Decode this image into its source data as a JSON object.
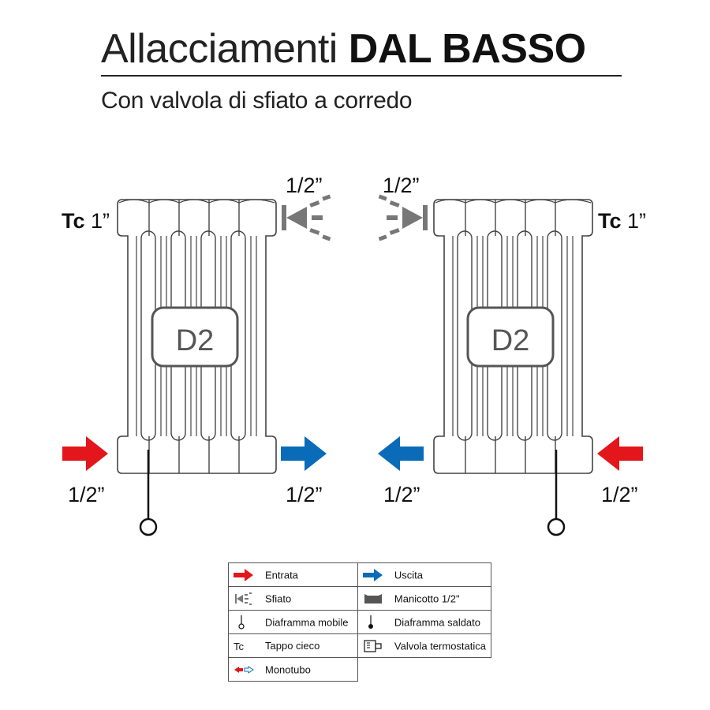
{
  "header": {
    "title_light": "Allacciamenti",
    "title_bold": "DAL BASSO",
    "subtitle": "Con valvola di sfiato a corredo"
  },
  "left_diagram": {
    "top_label": "1/2”",
    "tc_prefix": "Tc",
    "tc_size": "1”",
    "model": "D2",
    "inlet_label": "1/2”",
    "outlet_label": "1/2”"
  },
  "right_diagram": {
    "top_label": "1/2”",
    "tc_prefix": "Tc",
    "tc_size": "1”",
    "model": "D2",
    "outlet_label": "1/2”",
    "inlet_label": "1/2”"
  },
  "legend": {
    "entrata": "Entrata",
    "uscita": "Uscita",
    "sfiato": "Sfiato",
    "manicotto": "Manicotto 1/2\"",
    "diaframma_mobile": "Diaframma mobile",
    "diaframma_saldato": "Diaframma saldato",
    "tc_symbol": "Tc",
    "tappo_cieco": "Tappo cieco",
    "valvola_termostatica": "Valvola termostatica",
    "monotubo": "Monotubo"
  },
  "colors": {
    "inlet_red": "#e3161b",
    "outlet_blue": "#0a6bb8",
    "vent_gray": "#777777",
    "radiator_stroke": "#444444",
    "d2_stroke": "#555555"
  },
  "icons": [
    "red-arrow-icon",
    "blue-arrow-icon",
    "vent-icon",
    "sleeve-icon",
    "mobile-diaphragm-icon",
    "welded-diaphragm-icon",
    "thermostatic-valve-icon",
    "monotube-icon"
  ]
}
